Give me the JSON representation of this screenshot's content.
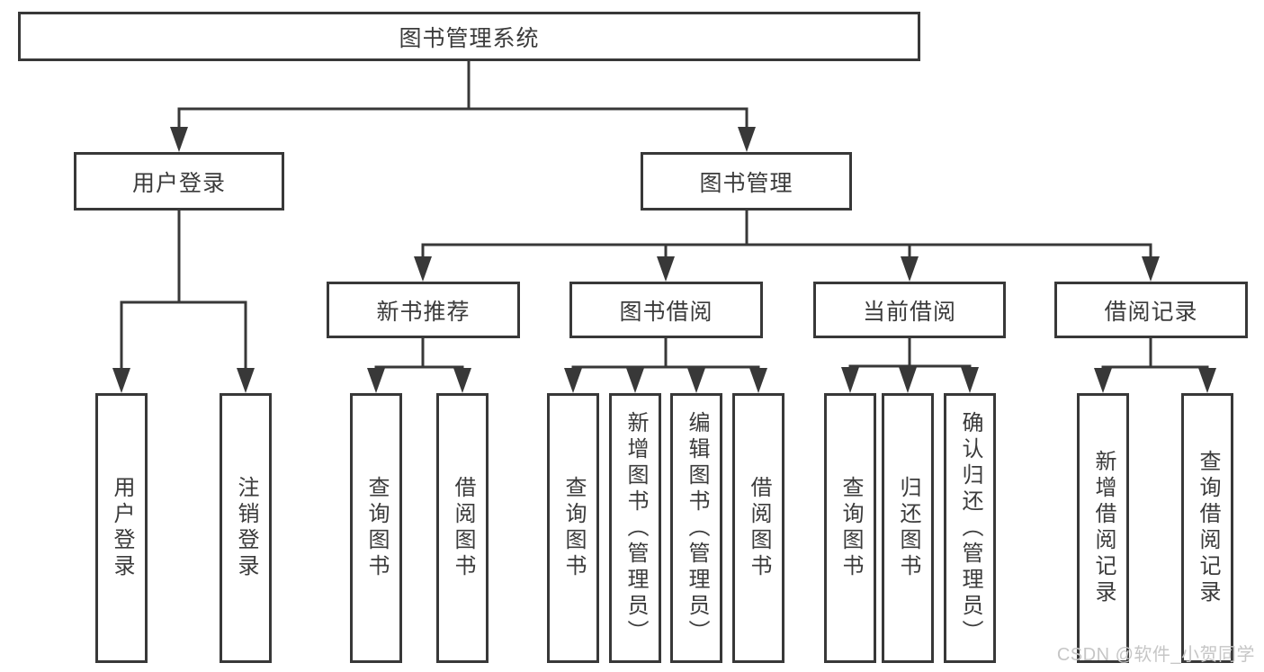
{
  "root": {
    "label": "图书管理系统"
  },
  "branches": [
    {
      "label": "用户登录",
      "leaves": [
        {
          "label": "用户登录"
        },
        {
          "label": "注销登录"
        }
      ]
    },
    {
      "label": "图书管理",
      "groups": [
        {
          "label": "新书推荐",
          "leaves": [
            {
              "label": "查询图书"
            },
            {
              "label": "借阅图书"
            }
          ]
        },
        {
          "label": "图书借阅",
          "leaves": [
            {
              "label": "查询图书"
            },
            {
              "label": "新增图书（管理员）"
            },
            {
              "label": "编辑图书（管理员）"
            },
            {
              "label": "借阅图书"
            }
          ]
        },
        {
          "label": "当前借阅",
          "leaves": [
            {
              "label": "查询图书"
            },
            {
              "label": "归还图书"
            },
            {
              "label": "确认归还（管理员）"
            }
          ]
        },
        {
          "label": "借阅记录",
          "leaves": [
            {
              "label": "新增借阅记录"
            },
            {
              "label": "查询借阅记录"
            }
          ]
        }
      ]
    }
  ],
  "watermark": {
    "text": "CSDN @软件_小贺同学"
  },
  "colors": {
    "line": "#383838",
    "box_border": "#383838",
    "text": "#3b3b3b",
    "background": "#ffffff",
    "watermark": "#c6c6c6"
  }
}
